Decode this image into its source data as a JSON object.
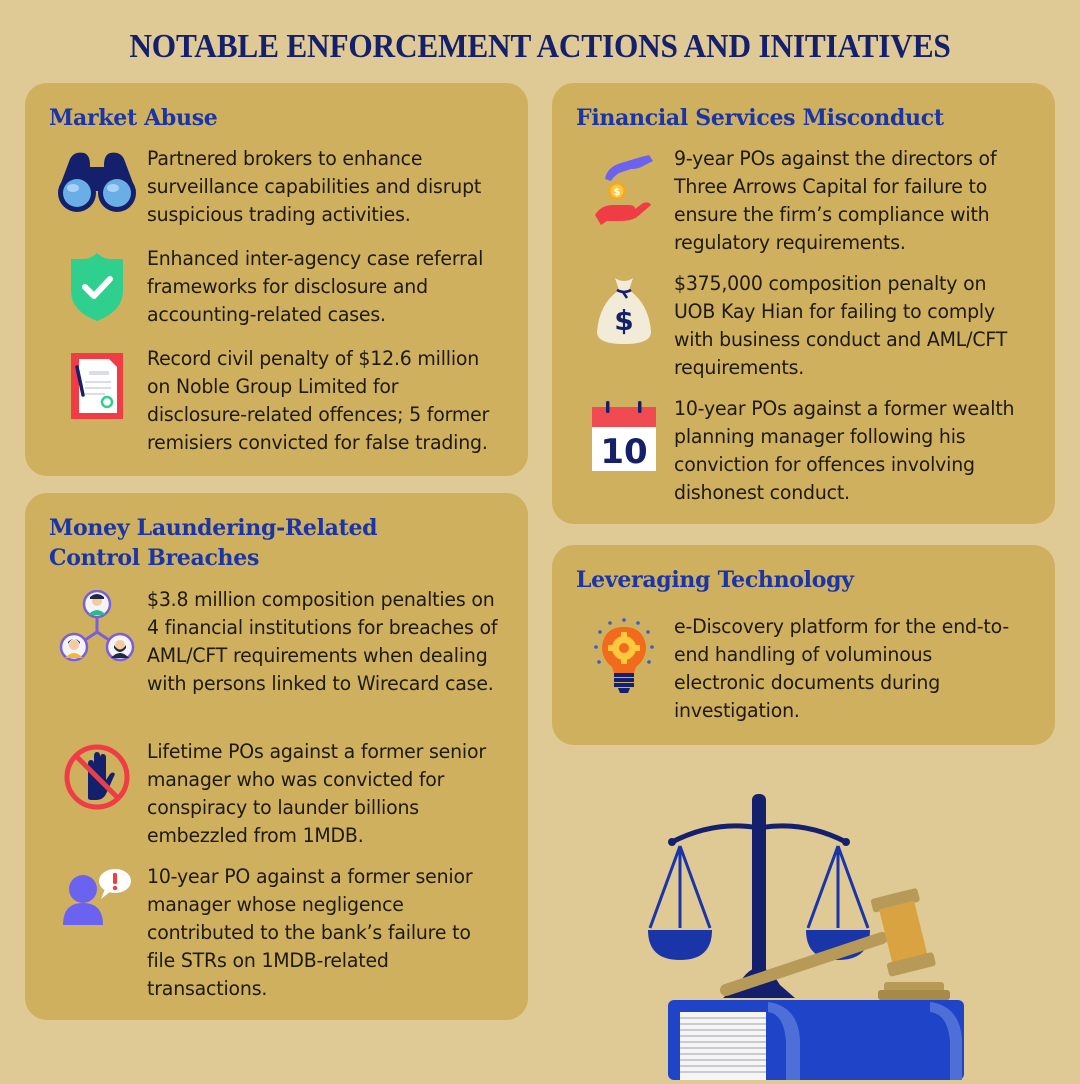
{
  "page": {
    "title": "NOTABLE ENFORCEMENT ACTIONS AND INITIATIVES"
  },
  "colors": {
    "background": "#dfc994",
    "card": "#cfb05f",
    "title": "#14206b",
    "heading": "#1a35a8",
    "body_text": "#1e1a10"
  },
  "sections": {
    "market_abuse": {
      "heading": "Market Abuse",
      "items": [
        {
          "icon": "binoculars-icon",
          "text": "Partnered brokers to enhance surveillance capabilities and disrupt suspicious trading activities."
        },
        {
          "icon": "shield-check-icon",
          "text": "Enhanced inter-agency case referral frameworks for disclosure and accounting-related cases."
        },
        {
          "icon": "document-pen-icon",
          "text": "Record civil penalty of $12.6 million on Noble Group Limited for disclosure-related offences; 5 former remisiers convicted for false trading."
        }
      ]
    },
    "money_laundering": {
      "heading_line1": "Money Laundering-Related",
      "heading_line2": "Control Breaches",
      "items": [
        {
          "icon": "people-network-icon",
          "text": "$3.8 million composition penalties on 4 financial institutions for breaches of AML/CFT requirements when dealing with persons linked to Wirecard case."
        },
        {
          "icon": "prohibited-hand-icon",
          "text": "Lifetime POs against a former senior manager who was convicted for conspiracy to launder billions embezzled from 1MDB."
        },
        {
          "icon": "person-alert-icon",
          "text": "10-year PO against a former senior manager whose negligence contributed to the bank’s failure to file STRs on 1MDB-related transactions."
        }
      ]
    },
    "financial_services": {
      "heading": "Financial Services Misconduct",
      "items": [
        {
          "icon": "hand-coin-icon",
          "text": "9-year POs against the directors of Three Arrows Capital for failure to ensure the firm’s compliance with regulatory requirements."
        },
        {
          "icon": "money-bag-icon",
          "text": "$375,000 composition penalty on UOB Kay Hian for failing to comply with business conduct and AML/CFT requirements."
        },
        {
          "icon": "calendar-icon",
          "calendar_number": "10",
          "text": "10-year POs against a former wealth planning manager following his conviction for offences involving dishonest conduct."
        }
      ]
    },
    "technology": {
      "heading": "Leveraging Technology",
      "items": [
        {
          "icon": "lightbulb-gear-icon",
          "text": "e-Discovery platform for the end-to-end handling of voluminous electronic documents during investigation."
        }
      ]
    }
  },
  "illustration": {
    "icon": "scales-gavel-book-icon"
  }
}
